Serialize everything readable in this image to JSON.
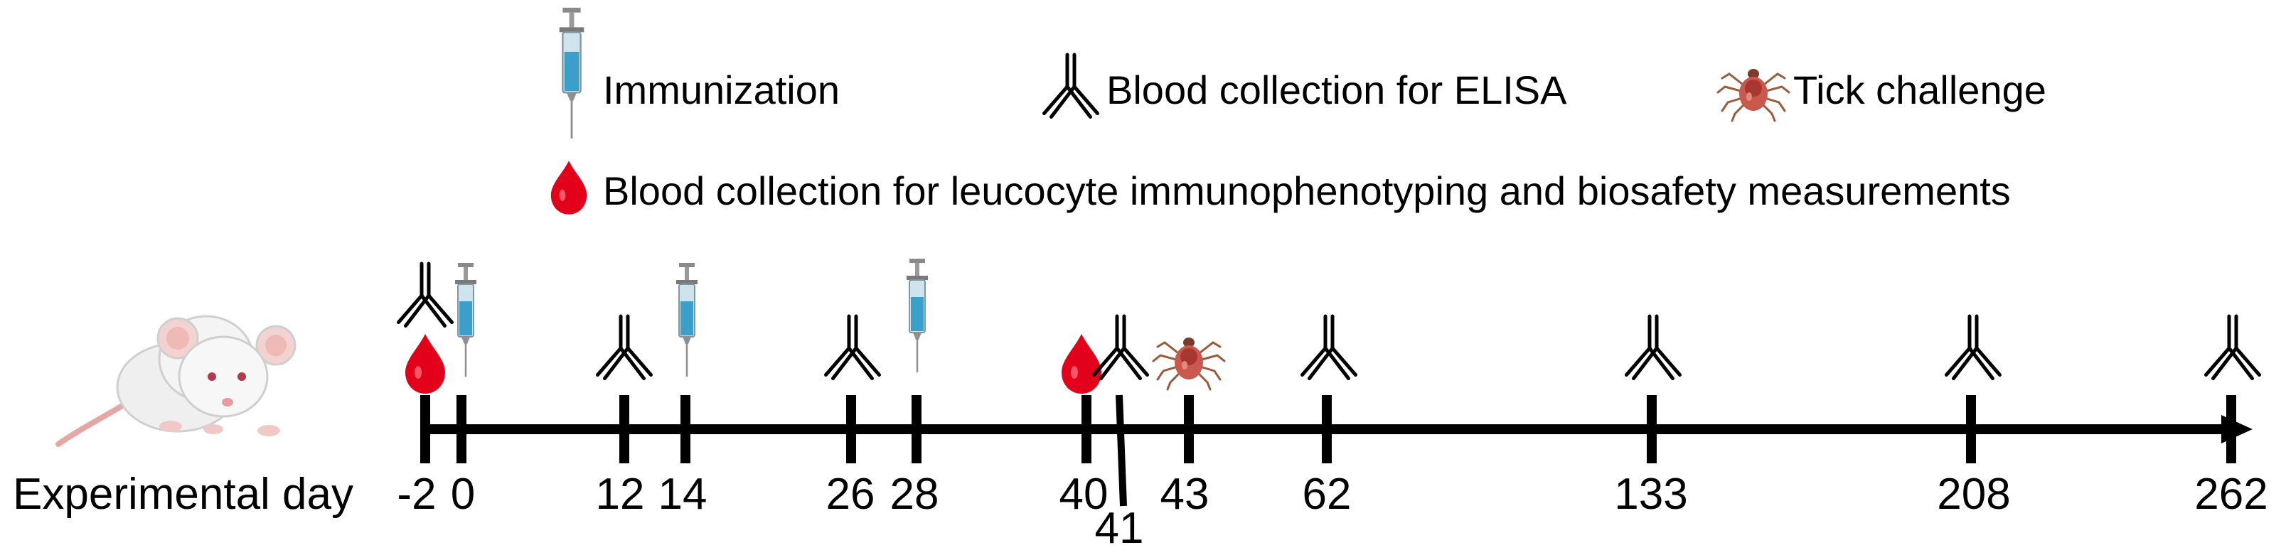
{
  "legend": {
    "immunization": "Immunization",
    "blood_elisa": "Blood collection for ELISA",
    "tick_challenge": "Tick challenge",
    "blood_leucocyte": "Blood collection for leucocyte immunophenotyping and biosafety measurements"
  },
  "axis_label": "Experimental day",
  "days": [
    "-2",
    "0",
    "12",
    "14",
    "26",
    "28",
    "40",
    "41",
    "43",
    "62",
    "133",
    "208",
    "262"
  ],
  "colors": {
    "line": "#000000",
    "blood_drop": "#e3001b",
    "syringe_barrel": "#3a9fc9",
    "tick_body": "#b5473f"
  },
  "icons": {
    "immunization": "syringe-icon",
    "blood_elisa": "antibody-icon",
    "tick_challenge": "tick-icon",
    "blood_leucocyte": "blood-drop-icon",
    "subject": "mouse-icon"
  }
}
